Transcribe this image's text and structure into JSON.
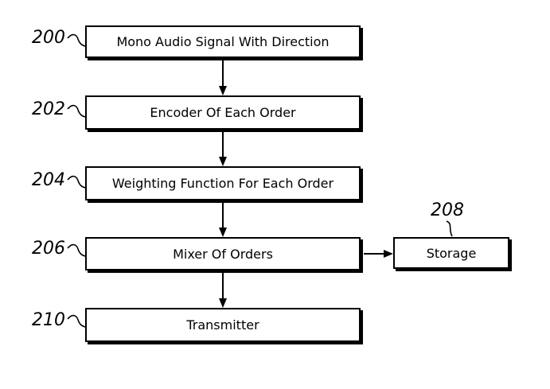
{
  "diagram": {
    "type": "flowchart",
    "colors": {
      "background": "#ffffff",
      "line": "#000000",
      "box_fill": "#ffffff",
      "text": "#000000"
    },
    "nodes": [
      {
        "ref": "200",
        "label": "Mono Audio Signal With Direction"
      },
      {
        "ref": "202",
        "label": "Encoder Of Each Order"
      },
      {
        "ref": "204",
        "label": "Weighting Function For Each Order"
      },
      {
        "ref": "206",
        "label": "Mixer Of Orders"
      },
      {
        "ref": "208",
        "label": "Storage"
      },
      {
        "ref": "210",
        "label": "Transmitter"
      }
    ],
    "edges": [
      {
        "from": "200",
        "to": "202"
      },
      {
        "from": "202",
        "to": "204"
      },
      {
        "from": "204",
        "to": "206"
      },
      {
        "from": "206",
        "to": "208"
      },
      {
        "from": "206",
        "to": "210"
      }
    ]
  }
}
